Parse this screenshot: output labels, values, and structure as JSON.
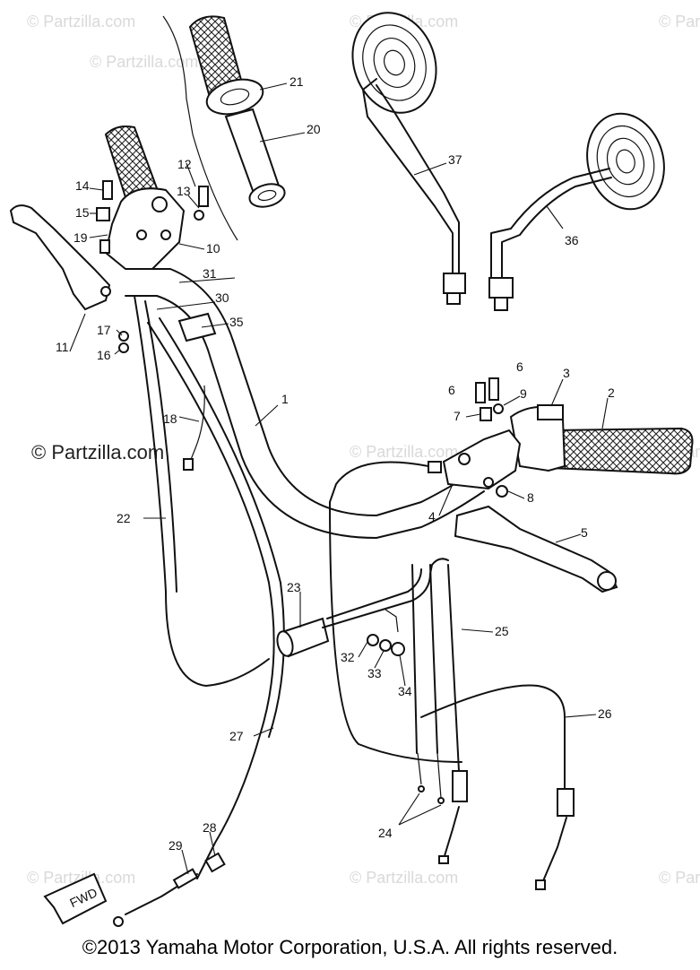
{
  "watermark": {
    "text": "© Partzilla.com"
  },
  "callouts": [
    {
      "id": "c1",
      "label": "1"
    },
    {
      "id": "c2",
      "label": "2"
    },
    {
      "id": "c3",
      "label": "3"
    },
    {
      "id": "c4",
      "label": "4"
    },
    {
      "id": "c5",
      "label": "5"
    },
    {
      "id": "c6a",
      "label": "6"
    },
    {
      "id": "c6b",
      "label": "6"
    },
    {
      "id": "c7",
      "label": "7"
    },
    {
      "id": "c8",
      "label": "8"
    },
    {
      "id": "c9",
      "label": "9"
    },
    {
      "id": "c10",
      "label": "10"
    },
    {
      "id": "c11",
      "label": "11"
    },
    {
      "id": "c12",
      "label": "12"
    },
    {
      "id": "c13",
      "label": "13"
    },
    {
      "id": "c14",
      "label": "14"
    },
    {
      "id": "c15",
      "label": "15"
    },
    {
      "id": "c16",
      "label": "16"
    },
    {
      "id": "c17",
      "label": "17"
    },
    {
      "id": "c18",
      "label": "18"
    },
    {
      "id": "c19",
      "label": "19"
    },
    {
      "id": "c20",
      "label": "20"
    },
    {
      "id": "c21",
      "label": "21"
    },
    {
      "id": "c22",
      "label": "22"
    },
    {
      "id": "c23",
      "label": "23"
    },
    {
      "id": "c24",
      "label": "24"
    },
    {
      "id": "c25",
      "label": "25"
    },
    {
      "id": "c26",
      "label": "26"
    },
    {
      "id": "c27",
      "label": "27"
    },
    {
      "id": "c28",
      "label": "28"
    },
    {
      "id": "c29",
      "label": "29"
    },
    {
      "id": "c30",
      "label": "30"
    },
    {
      "id": "c31",
      "label": "31"
    },
    {
      "id": "c32",
      "label": "32"
    },
    {
      "id": "c33",
      "label": "33"
    },
    {
      "id": "c34",
      "label": "34"
    },
    {
      "id": "c35",
      "label": "35"
    },
    {
      "id": "c36",
      "label": "36"
    },
    {
      "id": "c37",
      "label": "37"
    }
  ],
  "fwd_label": "FWD",
  "footer": "©2013  Yamaha Motor Corporation, U.S.A. All rights reserved."
}
